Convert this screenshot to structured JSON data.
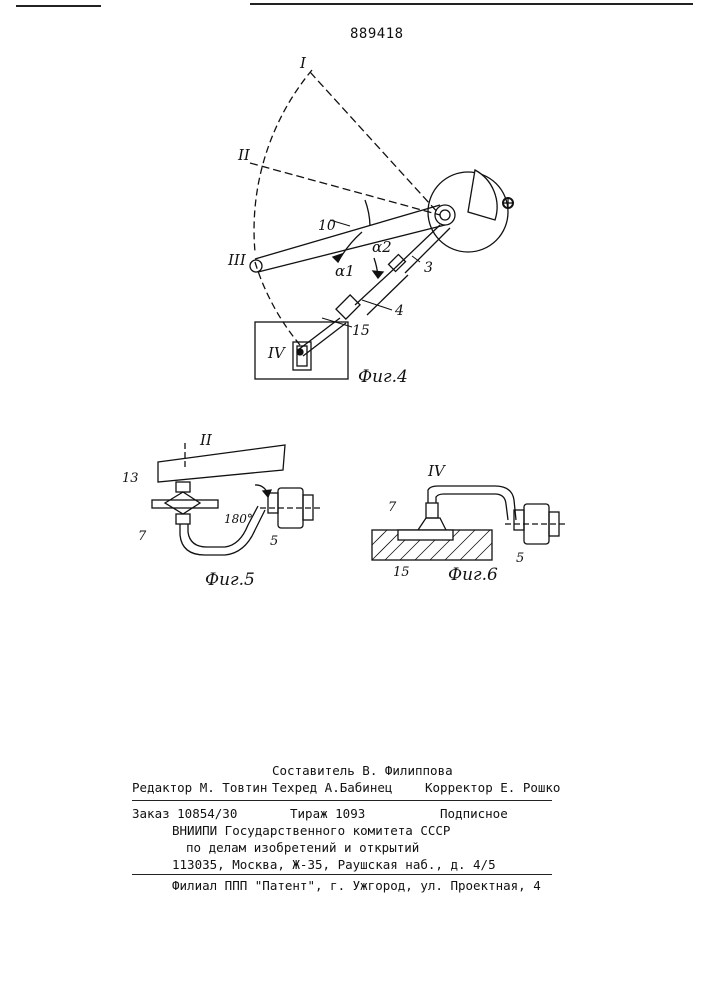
{
  "header": {
    "patent_number": "889418"
  },
  "figures": {
    "fig4": {
      "caption": "Фиг.4",
      "positions": [
        "I",
        "II",
        "III",
        "IV"
      ],
      "refs": [
        "10",
        "3",
        "4",
        "15"
      ],
      "angles": [
        "α1",
        "α2"
      ]
    },
    "fig5": {
      "caption": "Фиг.5",
      "position": "II",
      "refs": [
        "13",
        "7",
        "5"
      ],
      "angle": "180°"
    },
    "fig6": {
      "caption": "Фиг.6",
      "position": "IV",
      "refs": [
        "7",
        "15",
        "5"
      ]
    }
  },
  "colophon": {
    "compiler": "Составитель В. Филиппова",
    "editor": "Редактор М. Товтин",
    "techred": "Техред А.Бабинец",
    "corrector": "Корректор Е. Рошко",
    "order": "Заказ 10854/30",
    "circulation": "Тираж 1093",
    "subscription": "Подписное",
    "org_line1": "ВНИИПИ Государственного комитета СССР",
    "org_line2": "по делам изобретений и открытий",
    "address": "113035, Москва, Ж-35, Раушская наб., д. 4/5",
    "branch": "Филиал ППП \"Патент\", г. Ужгород, ул. Проектная, 4"
  }
}
